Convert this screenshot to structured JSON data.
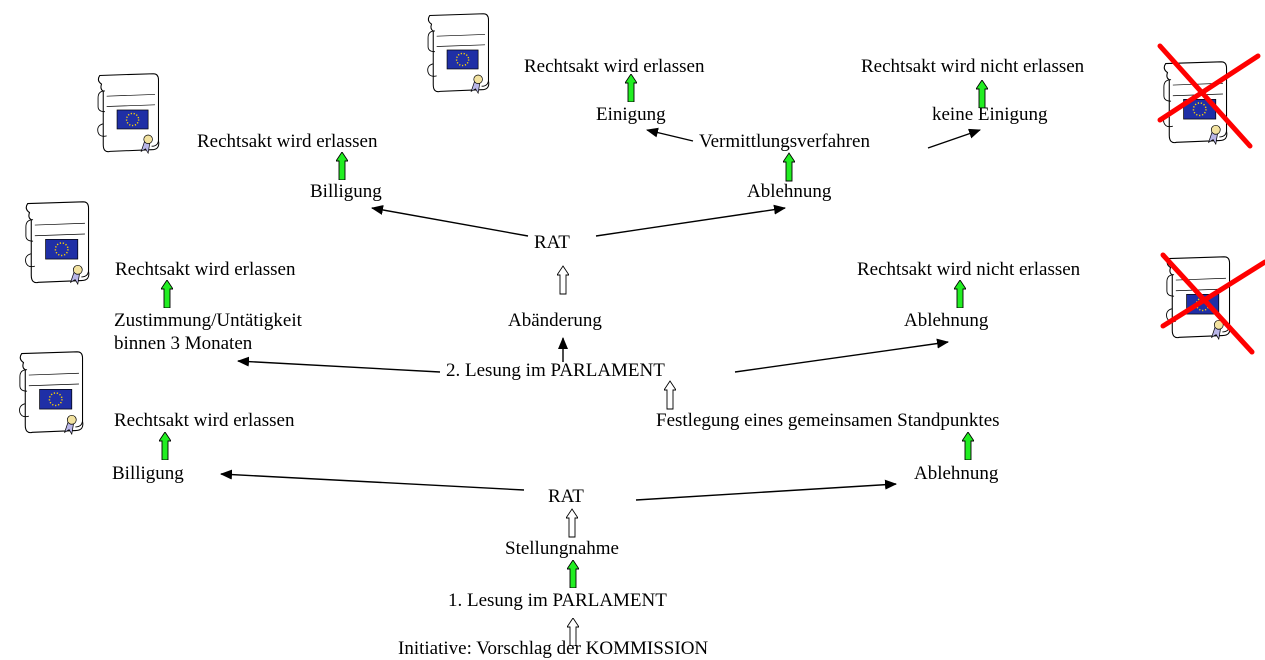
{
  "labels": {
    "top_left_result": "Rechtsakt wird erlassen",
    "top_right_result": "Rechtsakt wird nicht erlassen",
    "einigung": "Einigung",
    "keine_einigung": "keine Einigung",
    "vermittlung": "Vermittlungsverfahren",
    "upper_left_result": "Rechtsakt wird erlassen",
    "billigung_upper": "Billigung",
    "ablehnung_upper": "Ablehnung",
    "rat_upper": "RAT",
    "mid_left_result": "Rechtsakt wird erlassen",
    "mid_right_result": "Rechtsakt wird nicht erlassen",
    "zustimmung_line1": "Zustimmung/Untätigkeit",
    "zustimmung_line2": "binnen 3 Monaten",
    "abaenderung": "Abänderung",
    "ablehnung_mid": "Ablehnung",
    "zweite_lesung": "2. Lesung im PARLAMENT",
    "lower_left_result": "Rechtsakt wird erlassen",
    "festlegung": "Festlegung eines gemeinsamen Standpunktes",
    "billigung_lower": "Billigung",
    "ablehnung_lower": "Ablehnung",
    "rat_lower": "RAT",
    "stellungnahme": "Stellungnahme",
    "erste_lesung": "1. Lesung im PARLAMENT",
    "initiative": "Initiative: Vorschlag der KOMMISSION"
  },
  "colors": {
    "green_arrow": "#22ee22",
    "red_cross": "#ff0000",
    "eu_blue": "#1f2fa6",
    "eu_star": "#ffd400"
  },
  "icons": [
    "scroll-document-icon",
    "eu-flag-icon",
    "red-cross-icon",
    "seal-ribbon-icon"
  ]
}
